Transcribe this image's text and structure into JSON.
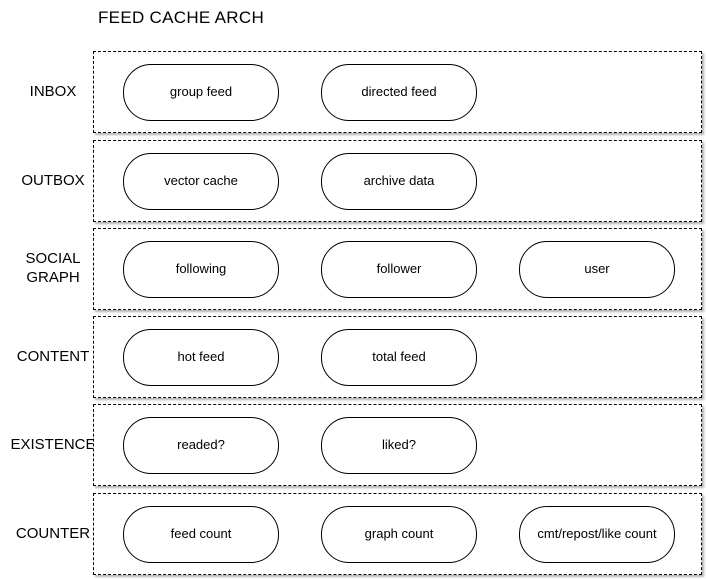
{
  "title": "FEED CACHE ARCH",
  "colors": {
    "background": "#ffffff",
    "stroke": "#000000"
  },
  "rows": [
    {
      "label": "INBOX",
      "boxes": [
        "group feed",
        "directed feed"
      ]
    },
    {
      "label": "OUTBOX",
      "boxes": [
        "vector cache",
        "archive data"
      ]
    },
    {
      "label": "SOCIAL GRAPH",
      "boxes": [
        "following",
        "follower",
        "user"
      ]
    },
    {
      "label": "CONTENT",
      "boxes": [
        "hot feed",
        "total feed"
      ]
    },
    {
      "label": "EXISTENCE",
      "boxes": [
        "readed?",
        "liked?"
      ]
    },
    {
      "label": "COUNTER",
      "boxes": [
        "feed count",
        "graph count",
        "cmt/repost/like count"
      ]
    }
  ]
}
